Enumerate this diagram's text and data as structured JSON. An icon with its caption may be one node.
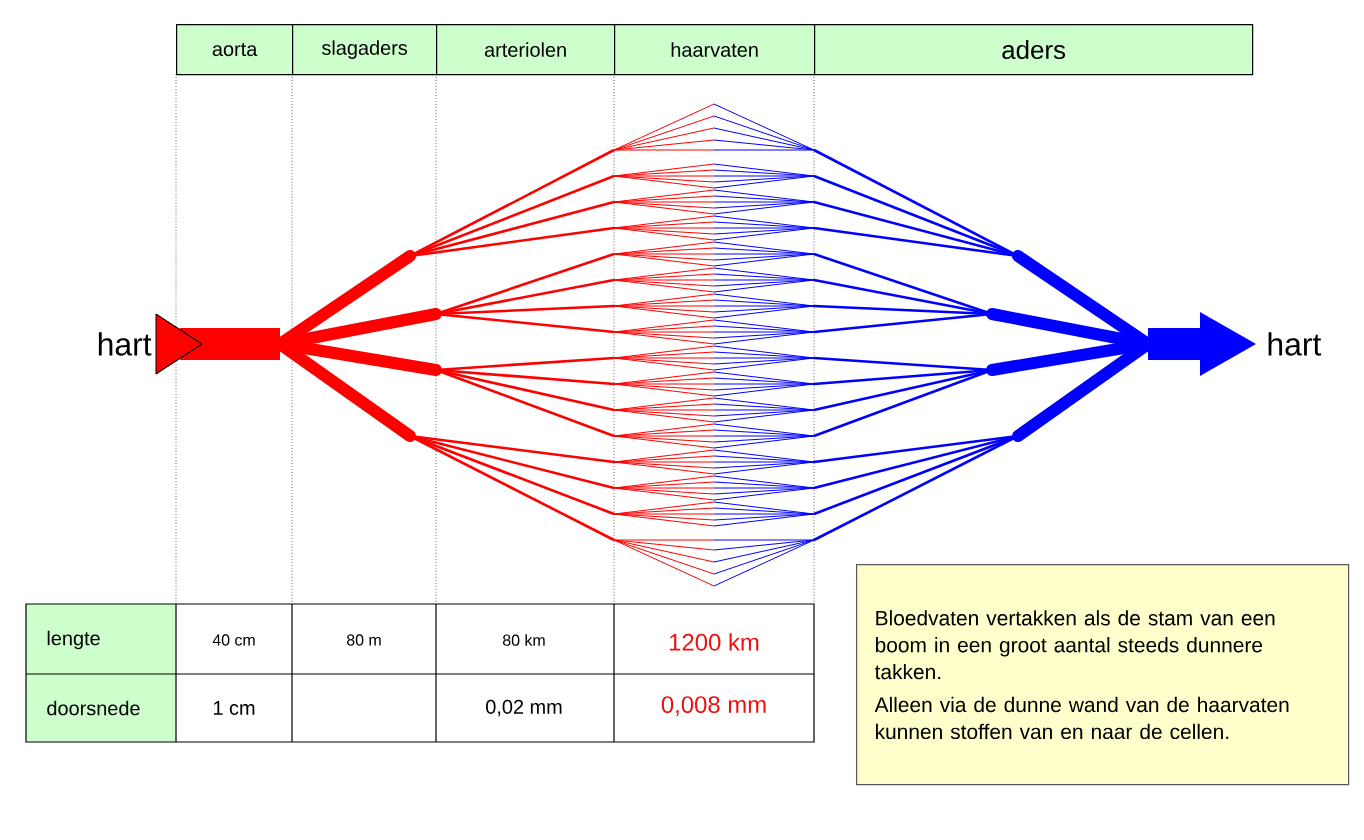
{
  "diagram": {
    "nodes": [
      {
        "text": [
          "aorta"
        ]
      },
      {
        "text": [
          "slagaders"
        ]
      },
      {
        "text": [
          "arteriolen"
        ]
      },
      {
        "text": [
          "haarvaten"
        ]
      },
      {
        "text": [
          "aders"
        ]
      },
      {
        "text": [
          "Bloedvaten vertakken als de stam van een boom in een groot aantal steeds dunnere takken.",
          "Alleen via de dunne wand van de haarvaten kunnen stoffen van en naar de cellen."
        ]
      }
    ],
    "labels": [
      "hart",
      "hart",
      "lengte",
      "40 cm",
      "80 m",
      "80 km",
      "1200 km",
      "doorsnede",
      "1 cm",
      "0,02 mm",
      "0,008 mm"
    ]
  }
}
